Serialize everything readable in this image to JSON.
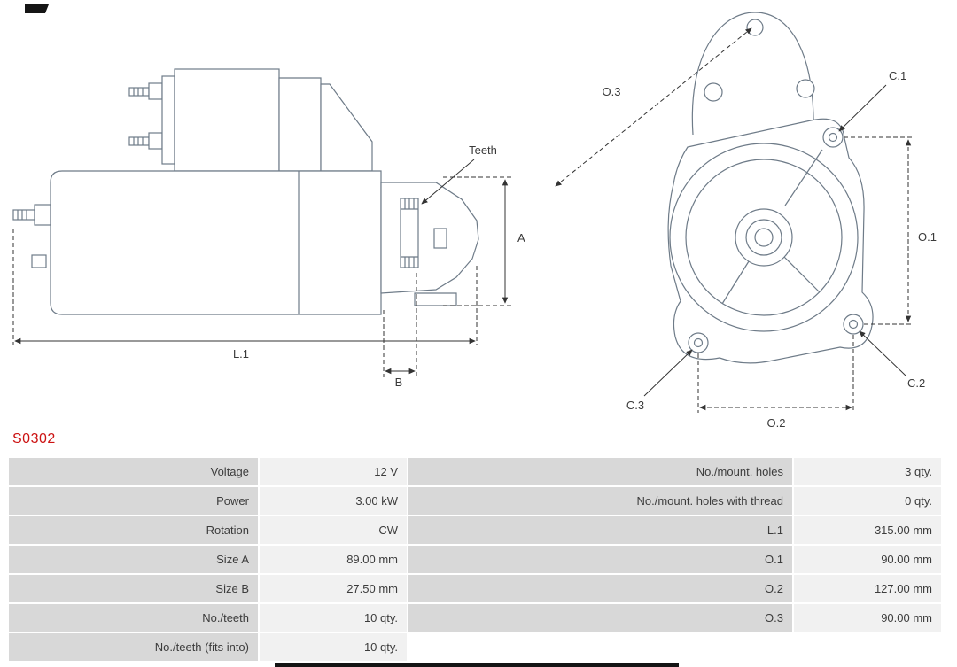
{
  "part_number": "S0302",
  "diagram": {
    "side_labels": {
      "teeth": "Teeth",
      "a": "A",
      "l1": "L.1",
      "b": "B"
    },
    "front_labels": {
      "o3": "O.3",
      "c1": "C.1",
      "o1": "O.1",
      "c3": "C.3",
      "o2": "O.2",
      "c2": "C.2"
    }
  },
  "table": {
    "rows": [
      {
        "l_label": "Voltage",
        "l_value": "12 V",
        "r_label": "No./mount. holes",
        "r_value": "3 qty."
      },
      {
        "l_label": "Power",
        "l_value": "3.00 kW",
        "r_label": "No./mount. holes with thread",
        "r_value": "0 qty."
      },
      {
        "l_label": "Rotation",
        "l_value": "CW",
        "r_label": "L.1",
        "r_value": "315.00 mm"
      },
      {
        "l_label": "Size A",
        "l_value": "89.00 mm",
        "r_label": "O.1",
        "r_value": "90.00 mm"
      },
      {
        "l_label": "Size B",
        "l_value": "27.50 mm",
        "r_label": "O.2",
        "r_value": "127.00 mm"
      },
      {
        "l_label": "No./teeth",
        "l_value": "10 qty.",
        "r_label": "O.3",
        "r_value": "90.00 mm"
      },
      {
        "l_label": "No./teeth (fits into)",
        "l_value": "10 qty.",
        "r_label": "",
        "r_value": ""
      }
    ]
  },
  "colors": {
    "part_number_red": "#cc1212",
    "label_cell_bg": "#d8d8d8",
    "value_cell_bg": "#f1f1f1",
    "drawing_stroke": "#6e7b88",
    "dimension_stroke": "#333333"
  }
}
